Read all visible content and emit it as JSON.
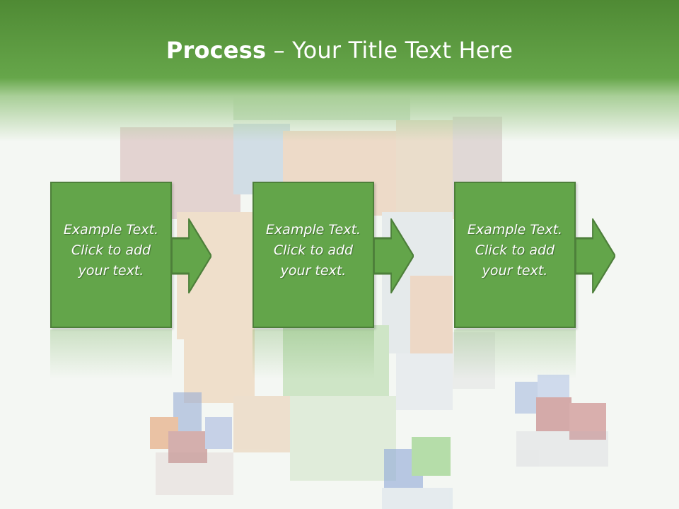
{
  "slide": {
    "title_bold": "Process",
    "title_rest": " – Your Title Text Here",
    "steps": [
      {
        "line1": "Example Text.",
        "line2": "Click  to add",
        "line3": "your text."
      },
      {
        "line1": "Example Text.",
        "line2": "Click  to add",
        "line3": "your text."
      },
      {
        "line1": "Example Text.",
        "line2": "Click  to add",
        "line3": "your text."
      }
    ]
  },
  "colors": {
    "title_green": "#5a9a3f",
    "box_fill": "#63a54a",
    "box_border": "#4d7f3a",
    "text": "#ffffff"
  },
  "icons": [
    "right-arrow-icon"
  ]
}
